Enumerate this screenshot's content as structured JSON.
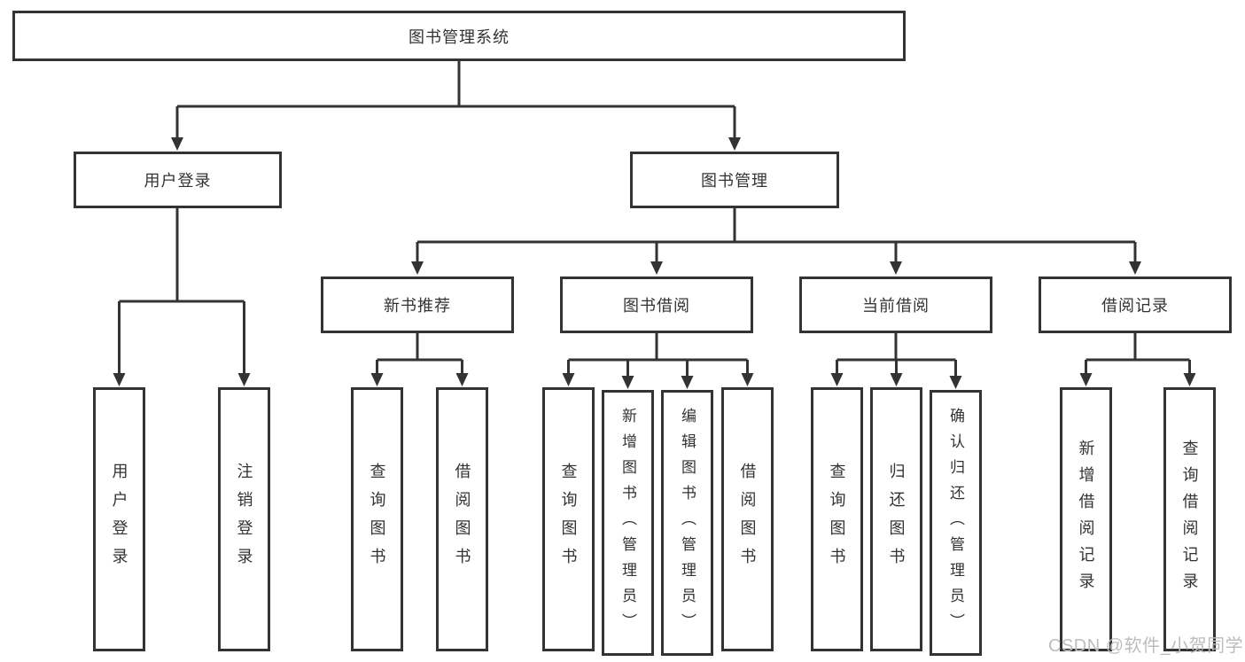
{
  "diagram": {
    "root": {
      "label": "图书管理系统",
      "children": [
        {
          "label": "用户登录",
          "children": [
            {
              "label": "用户登录"
            },
            {
              "label": "注销登录"
            }
          ]
        },
        {
          "label": "图书管理",
          "children": [
            {
              "label": "新书推荐",
              "children": [
                {
                  "label": "查询图书"
                },
                {
                  "label": "借阅图书"
                }
              ]
            },
            {
              "label": "图书借阅",
              "children": [
                {
                  "label": "查询图书"
                },
                {
                  "label": "新增图书（管理员）"
                },
                {
                  "label": "编辑图书（管理员）"
                },
                {
                  "label": "借阅图书"
                }
              ]
            },
            {
              "label": "当前借阅",
              "children": [
                {
                  "label": "查询图书"
                },
                {
                  "label": "归还图书"
                },
                {
                  "label": "确认归还（管理员）"
                }
              ]
            },
            {
              "label": "借阅记录",
              "children": [
                {
                  "label": "新增借阅记录"
                },
                {
                  "label": "查询借阅记录"
                }
              ]
            }
          ]
        }
      ]
    }
  },
  "watermark": {
    "text": "CSDN @软件_小贺同学"
  },
  "colors": {
    "line": "#333333",
    "box_border": "#333333",
    "text": "#333333",
    "box_background": "#ffffff",
    "watermark": "#bdbdbd"
  }
}
